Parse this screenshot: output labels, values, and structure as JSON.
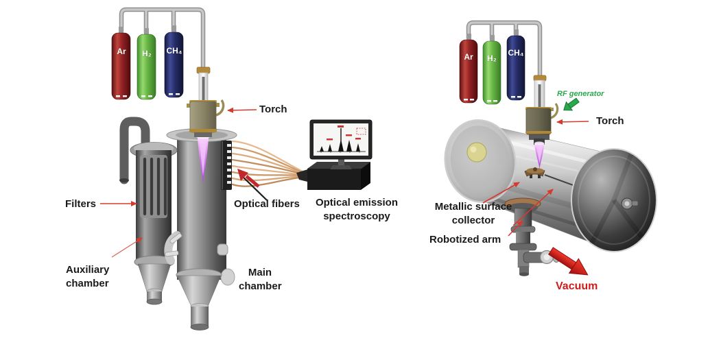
{
  "figure": {
    "type": "plasma-torch-apparatus-schematic",
    "background": "#ffffff",
    "left_setup": {
      "gas_cylinders": [
        {
          "label": "Ar",
          "color": "#a02128"
        },
        {
          "label": "H₂",
          "color": "#6cbf4b"
        },
        {
          "label": "CH₄",
          "color": "#272e66"
        }
      ],
      "labels": {
        "torch": "Torch",
        "filters": "Filters",
        "auxiliary_chamber": {
          "line1": "Auxiliary",
          "line2": "chamber"
        },
        "main_chamber": {
          "line1": "Main",
          "line2": "chamber"
        },
        "optical_fibers": "Optical fibers",
        "oes": {
          "line1": "Optical emission",
          "line2": "spectroscopy"
        }
      }
    },
    "right_setup": {
      "gas_cylinders": [
        {
          "label": "Ar",
          "color": "#a02128"
        },
        {
          "label": "H₂",
          "color": "#6cbf4b"
        },
        {
          "label": "CH₄",
          "color": "#272e66"
        }
      ],
      "labels": {
        "rf_generator": "RF generator",
        "torch": "Torch",
        "collector": {
          "line1": "Metallic surface",
          "line2": "collector"
        },
        "robotized_arm": "Robotized arm",
        "vacuum": "Vacuum"
      }
    },
    "colors": {
      "annotation_text": "#1a1a1a",
      "arrow_red": "#d63a2f",
      "rf_generator_green": "#2aa84f",
      "vacuum_red": "#d11a1a",
      "plasma_purple": "#c06ae0",
      "optical_fiber_tan": "#d9a77c",
      "chamber_gray": "#8d8d8d"
    }
  }
}
